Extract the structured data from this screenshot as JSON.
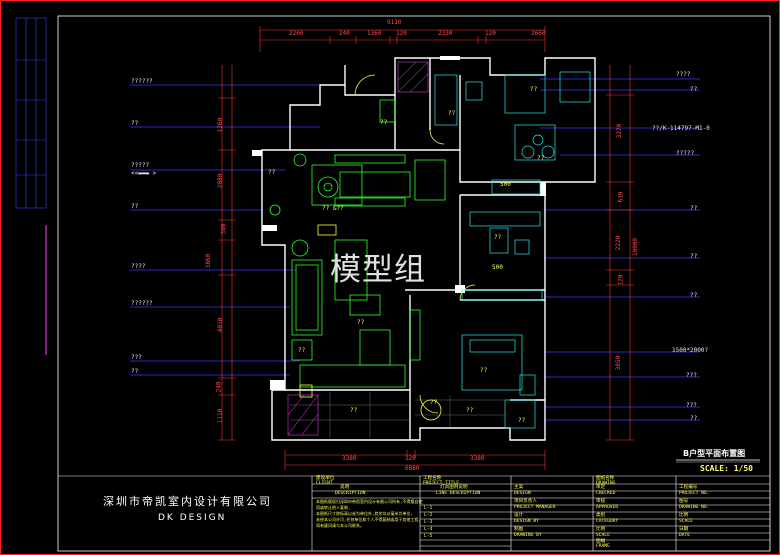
{
  "drawing": {
    "watermark": "模型组",
    "title": "B户型平面布置图",
    "scale": "SCALE: 1/50",
    "overall_width_dim": "9110",
    "bottom_overall_dim": "6880",
    "top_dims": [
      "2260",
      "240",
      "1360",
      "120",
      "2330",
      "120",
      "2660"
    ],
    "bottom_dims": [
      "3380",
      "120",
      "3380"
    ],
    "left_dims": [
      "1260",
      "2080",
      "300",
      "3860",
      "4010",
      "240",
      "1110"
    ],
    "right_dims": [
      "3270",
      "610",
      "10000",
      "2220",
      "120",
      "3850"
    ],
    "left_labels": [
      "??????",
      "??",
      "?????",
      "<<▬▬▬ >",
      "??",
      "????",
      "??????",
      "???",
      "??"
    ],
    "right_labels": [
      "????",
      "??",
      "??/K-114797-M1-0",
      "?????",
      "??",
      "??",
      "??",
      "1500*2000?",
      "???",
      "???",
      "??"
    ],
    "room_labels": [
      "??",
      "??",
      "??",
      "?? &??",
      "??",
      "??",
      "??",
      "??",
      "??",
      "??",
      "??",
      "??",
      "??",
      "??"
    ],
    "small_dim_labels": [
      "500",
      "500"
    ]
  },
  "title_block": {
    "company": "深圳市帝凯室内设计有限公司",
    "company_en": "DK     DESIGN",
    "col1": [
      "建设单位",
      "CLIENT",
      "说明",
      "DESCRIPTION"
    ],
    "col2": [
      "工程名称",
      "PROJECT TITLE",
      "灯具图例说明",
      "LINE DESCRIPTION"
    ],
    "col3": [
      "主案",
      "DESIGN",
      "项目负责人",
      "PROJECT MANAGER",
      "设计",
      "DESIGN BY",
      "制图",
      "DRAWING BY"
    ],
    "col4": [
      "图纸名称",
      "DRAWING",
      "审定",
      "CHECKED",
      "审核",
      "APPROVED",
      "类别",
      "CATEGORY",
      "比例",
      "SCALE",
      "图幅",
      "FRAME"
    ],
    "col5": [
      "工程编号",
      "PROJECT NO.",
      "图号",
      "DRAWING NO.",
      "比例",
      "SCALE",
      "日期",
      "DATE"
    ],
    "notes": [
      "本图纸版权归深圳市帝凯室内设计有限公司所有,不得擅自使",
      "用或转让他人复制,",
      "本图纸尺寸除标高以米为单位外,其余均以毫米为单位,",
      "未经本公司许可,任何单位和个人不得复制或用于其他工程,",
      "如有疑问请与本公司联系。"
    ],
    "legend_codes": [
      "L-1",
      "L-2",
      "L-3",
      "L-4",
      "L-5"
    ]
  },
  "colors": {
    "background": "#000000",
    "frame": "#ffffff",
    "wall": "#ffffff",
    "dimension": "#ff3030",
    "furniture_green": "#2fff2f",
    "furniture_cyan": "#22e8e8",
    "label_yellow": "#ffff44",
    "leader_blue": "#3a3aff",
    "frame_red": "#ff2020",
    "hatch_magenta": "#ff40ff"
  }
}
